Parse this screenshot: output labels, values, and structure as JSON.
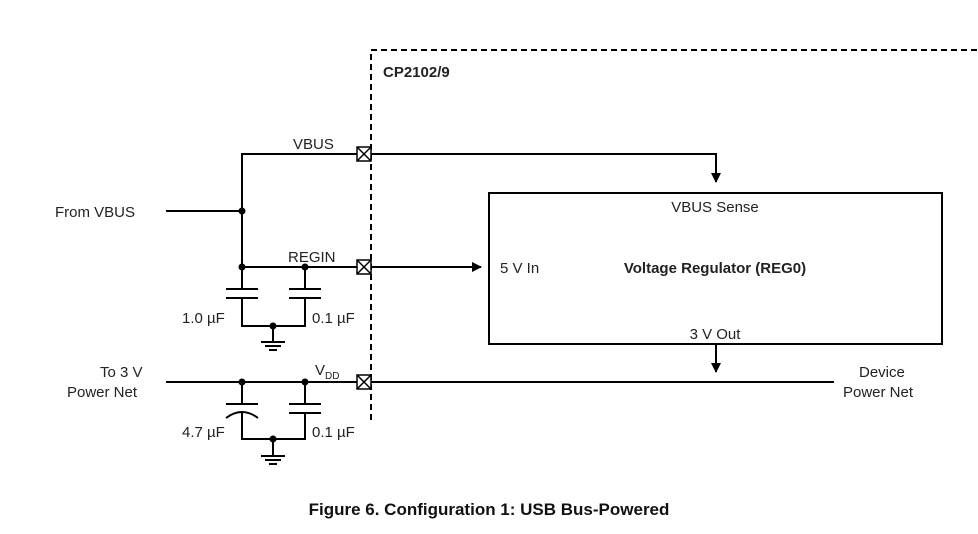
{
  "chip_label": "CP2102/9",
  "pins": {
    "vbus": "VBUS",
    "regin": "REGIN",
    "vdd_main": "V",
    "vdd_sub": "DD"
  },
  "inputs": {
    "from_vbus": "From VBUS",
    "to_3v_line1": "To 3 V",
    "to_3v_line2": "Power Net"
  },
  "outputs": {
    "device_line1": "Device",
    "device_line2": "Power Net"
  },
  "regulator": {
    "title": "Voltage Regulator (REG0)",
    "sense": "VBUS Sense",
    "input": "5 V In",
    "output": "3 V Out"
  },
  "capacitors": {
    "c1": "1.0 µF",
    "c2": "0.1 µF",
    "c3": "4.7 µF",
    "c4": "0.1 µF"
  },
  "caption": "Figure 6. Configuration 1: USB Bus-Powered"
}
